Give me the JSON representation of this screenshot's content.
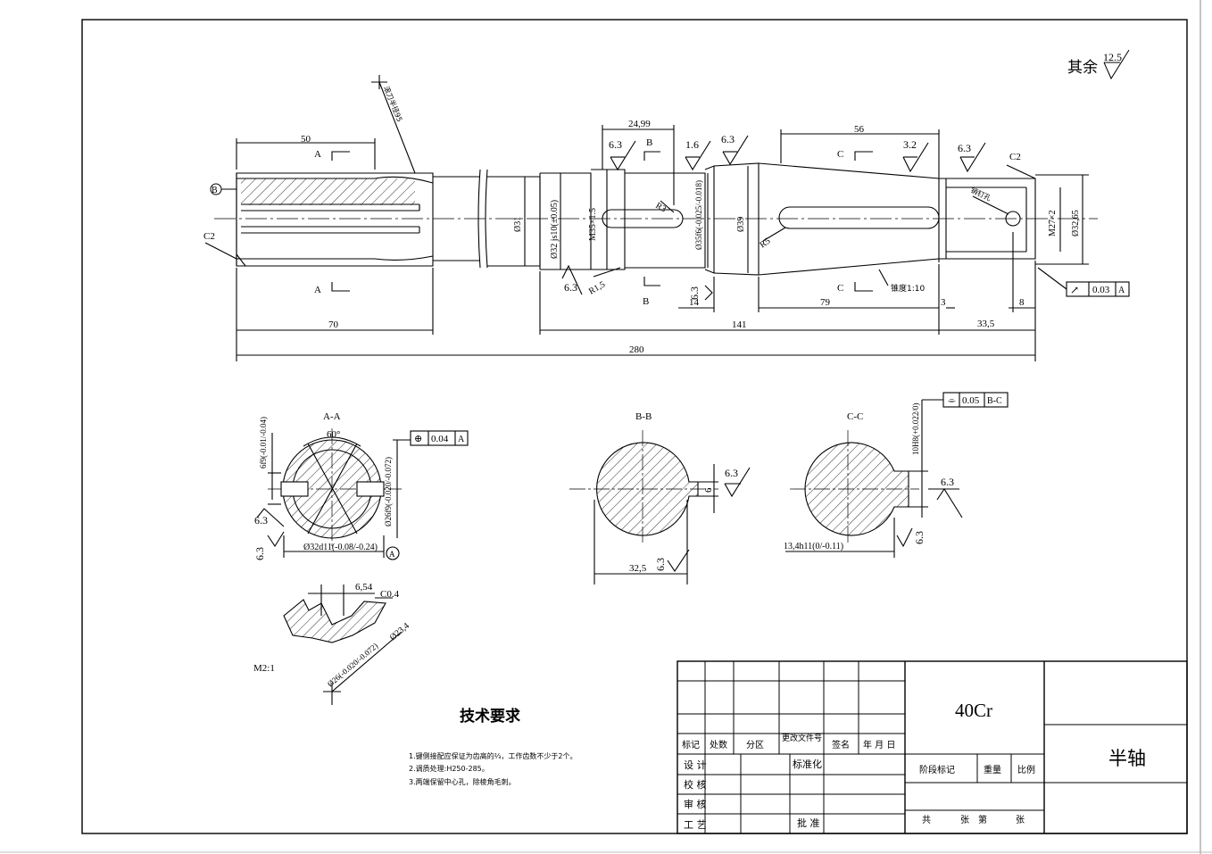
{
  "drawing": {
    "surface_note": "其余",
    "surface_note_value": "12.5",
    "material": "40Cr",
    "part_name": "半轴",
    "scale_note": "M2:1",
    "tech_title": "技术要求",
    "tech_notes": [
      "1.键侧接配应保证为齿高的⅔，工作齿数不少于2个。",
      "2.调质处理:H250-285。",
      "3.两端保留中心孔，除棱角毛刺。"
    ]
  },
  "main_view": {
    "dims": {
      "d50": "50",
      "d70": "70",
      "d280": "280",
      "d141": "141",
      "d79": "79",
      "d14": "14",
      "d3": "3",
      "d33_5": "33,5",
      "d8": "8",
      "d56": "56",
      "d24_99": "24,99"
    },
    "diameters": {
      "phi31": "Ø31",
      "phi32": "Ø32 js10(±0.05)",
      "m35": "M35×1.5",
      "phi35": "Ø35f6(-0.025/-0.018)",
      "phi39": "Ø39",
      "m27": "M27×2",
      "phi32_65": "Ø32,65"
    },
    "radii": {
      "r3": "R3",
      "r5": "R5",
      "r1_5": "R1,5"
    },
    "rough": {
      "r63a": "6.3",
      "r16": "1.6",
      "r63b": "6.3",
      "r32": "3.2",
      "r63c": "6.3",
      "r63d": "6.3",
      "r63e": "6.3"
    },
    "notes": {
      "hob": "滚刀半径95",
      "taper": "锥度1:10",
      "pin_hole": "销钉孔",
      "c2_left": "C2",
      "c2_right": "C2",
      "datum_b": "B"
    },
    "sections": {
      "a": "A",
      "b": "B",
      "c": "C"
    },
    "runout": {
      "symbol": "↗",
      "value": "0.03",
      "datum": "A"
    }
  },
  "section_aa": {
    "title": "A-A",
    "angle": "60°",
    "major": "Ø32d11(-0.08/-0.24)",
    "minor": "Ø26f9(-0.020/-0.072)",
    "width": "6f9(-0.01/-0.04)",
    "rough1": "6.3",
    "rough2": "6.3",
    "tol_symbol": "⊕",
    "tol_value": "0.04",
    "tol_datum": "A",
    "datum": "A"
  },
  "detail": {
    "w": "6,54",
    "chamfer": "C0.4",
    "d23": "Ø23,4",
    "d26": "Ø26(-0.020/-0.072)"
  },
  "section_bb": {
    "title": "B-B",
    "width": "6",
    "depth": "32,5",
    "rough1": "6.3",
    "rough2": "6.3"
  },
  "section_cc": {
    "title": "C-C",
    "width": "10H8(+0.022/0)",
    "depth": "13,4h11(0/-0.11)",
    "rough1": "6.3",
    "rough2": "6.3",
    "tol_symbol": "⌯",
    "tol_value": "0.05",
    "tol_datum": "B-C"
  },
  "title_block": {
    "headers": [
      "标记",
      "处数",
      "分区",
      "更改文件号",
      "签名",
      "年 月 日"
    ],
    "design": "设 计",
    "check": "校 核",
    "review": "审 核",
    "process": "工 艺",
    "standard": "标准化",
    "approve": "批 准",
    "stage": "阶段标记",
    "weight": "重量",
    "ratio": "比例",
    "total": "共",
    "sheets": "张",
    "no": "第",
    "sheet": "张"
  }
}
